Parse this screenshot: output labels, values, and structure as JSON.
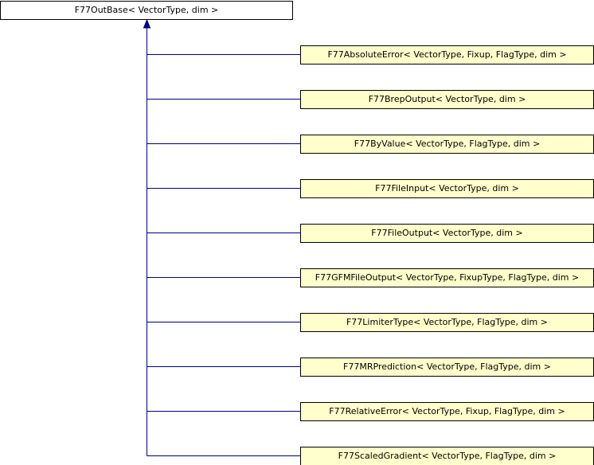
{
  "diagram": {
    "base_class": {
      "label": "F77OutBase< VectorType, dim >"
    },
    "derived_classes": [
      {
        "label": "F77AbsoluteError< VectorType, Fixup, FlagType, dim >"
      },
      {
        "label": "F77BrepOutput< VectorType, dim >"
      },
      {
        "label": "F77ByValue< VectorType, FlagType, dim >"
      },
      {
        "label": "F77FileInput< VectorType, dim >"
      },
      {
        "label": "F77FileOutput< VectorType, dim >"
      },
      {
        "label": "F77GFMFileOutput< VectorType, FixupType, FlagType, dim >"
      },
      {
        "label": "F77LimiterType< VectorType, FlagType, dim >"
      },
      {
        "label": "F77MRPrediction< VectorType, FlagType, dim >"
      },
      {
        "label": "F77RelativeError< VectorType, Fixup, FlagType, dim >"
      },
      {
        "label": "F77ScaledGradient< VectorType, FlagType, dim >"
      }
    ],
    "colors": {
      "edge": "#000080",
      "base_fill": "#ffffff",
      "derived_fill": "#ffffcc",
      "border": "#000000"
    }
  }
}
